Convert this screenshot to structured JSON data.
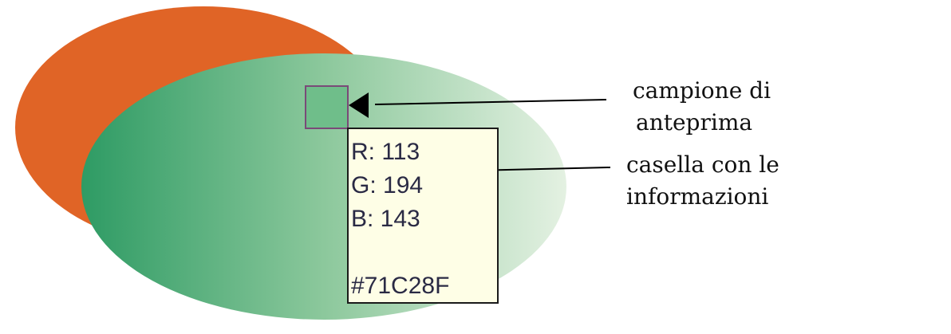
{
  "colors": {
    "orange": "#e06426",
    "green_left": "#2e9b64",
    "green_right": "#e4f1e2",
    "sample": "#71C28F"
  },
  "info_box": {
    "r": "R: 113",
    "g": "G: 194",
    "b": "B: 143",
    "hex": "#71C28F"
  },
  "labels": {
    "sample_line1": "campione di",
    "sample_line2": "anteprima",
    "info_line1": "casella con le",
    "info_line2": "informazioni"
  }
}
